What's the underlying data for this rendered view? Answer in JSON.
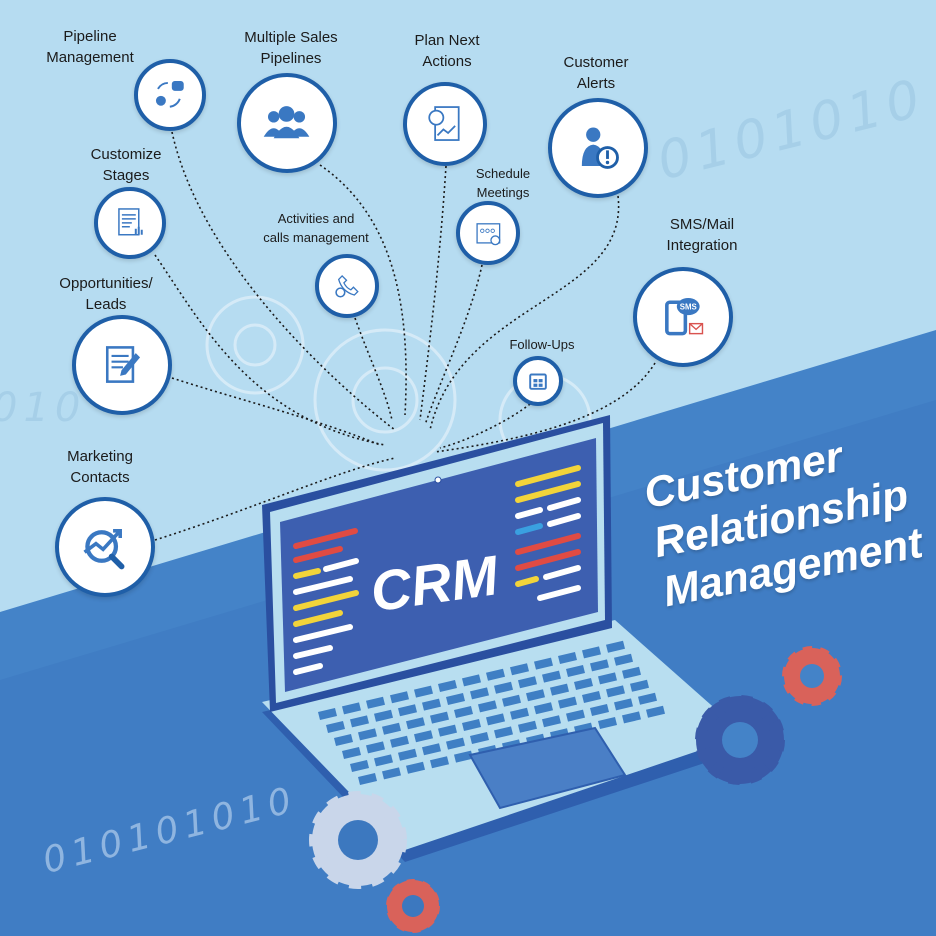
{
  "title_lines": [
    "Customer",
    "Relationship",
    "Management"
  ],
  "screen_label": "CRM",
  "binary": {
    "top_right": "0101010",
    "left": "010",
    "bottom_left": "010101010"
  },
  "features": [
    {
      "label": "Pipeline\nManagement",
      "icon": "pipeline-cycle-icon"
    },
    {
      "label": "Multiple Sales\nPipelines",
      "icon": "people-group-icon"
    },
    {
      "label": "Plan Next\nActions",
      "icon": "report-chart-icon"
    },
    {
      "label": "Customer\nAlerts",
      "icon": "person-alert-icon"
    },
    {
      "label": "Customize\nStages",
      "icon": "document-chart-icon"
    },
    {
      "label": "Activities and\ncalls management",
      "icon": "phone-gear-icon"
    },
    {
      "label": "Schedule\nMeetings",
      "icon": "meeting-folder-icon"
    },
    {
      "label": "SMS/Mail\nIntegration",
      "icon": "sms-mail-icon"
    },
    {
      "label": "Opportunities/\nLeads",
      "icon": "document-pen-icon"
    },
    {
      "label": "Follow-Ups",
      "icon": "calendar-icon"
    },
    {
      "label": "Marketing\nContacts",
      "icon": "magnifier-growth-icon"
    }
  ],
  "sms_badge": "SMS",
  "colors": {
    "light_bg": "#b6dcf1",
    "dark_bg": "#3f7fc4",
    "ring": "#1f5fa8",
    "icon": "#3a78c2",
    "red": "#d9534f",
    "yellow": "#f2d43a"
  }
}
